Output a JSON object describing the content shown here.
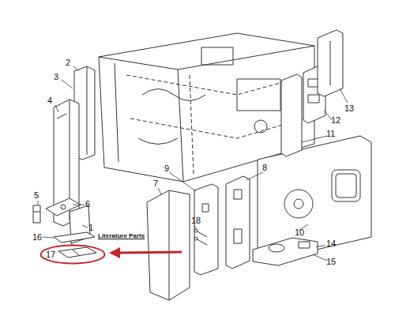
{
  "diagram": {
    "nodes": [
      {
        "text": [
          "17"
        ]
      }
    ],
    "labels": [
      "2",
      "3",
      "4",
      "5",
      "6",
      "1",
      "16",
      "Literature Parts",
      "9",
      "7",
      "18",
      "8",
      "10",
      "13",
      "12",
      "11",
      "14",
      "15"
    ]
  }
}
